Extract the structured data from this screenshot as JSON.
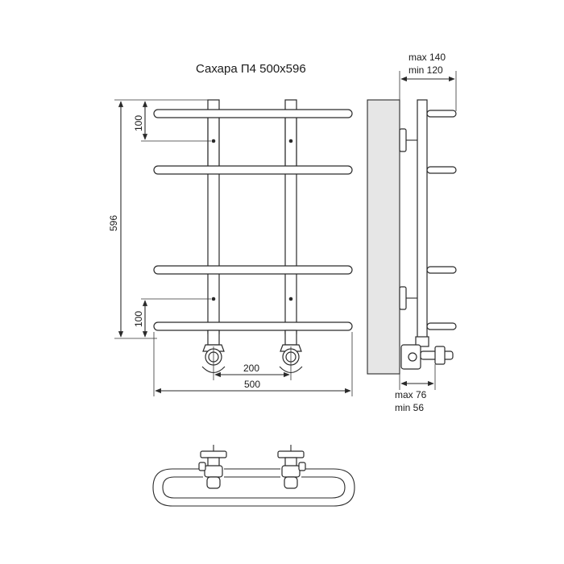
{
  "title": "Сахара П4 500x596",
  "dimensions": {
    "height_total": "596",
    "top_offset": "100",
    "bottom_offset": "100",
    "center_distance": "200",
    "width_total": "500",
    "wall_max": "max 140",
    "wall_min": "min 120",
    "valve_max": "max 76",
    "valve_min": "min 56"
  }
}
